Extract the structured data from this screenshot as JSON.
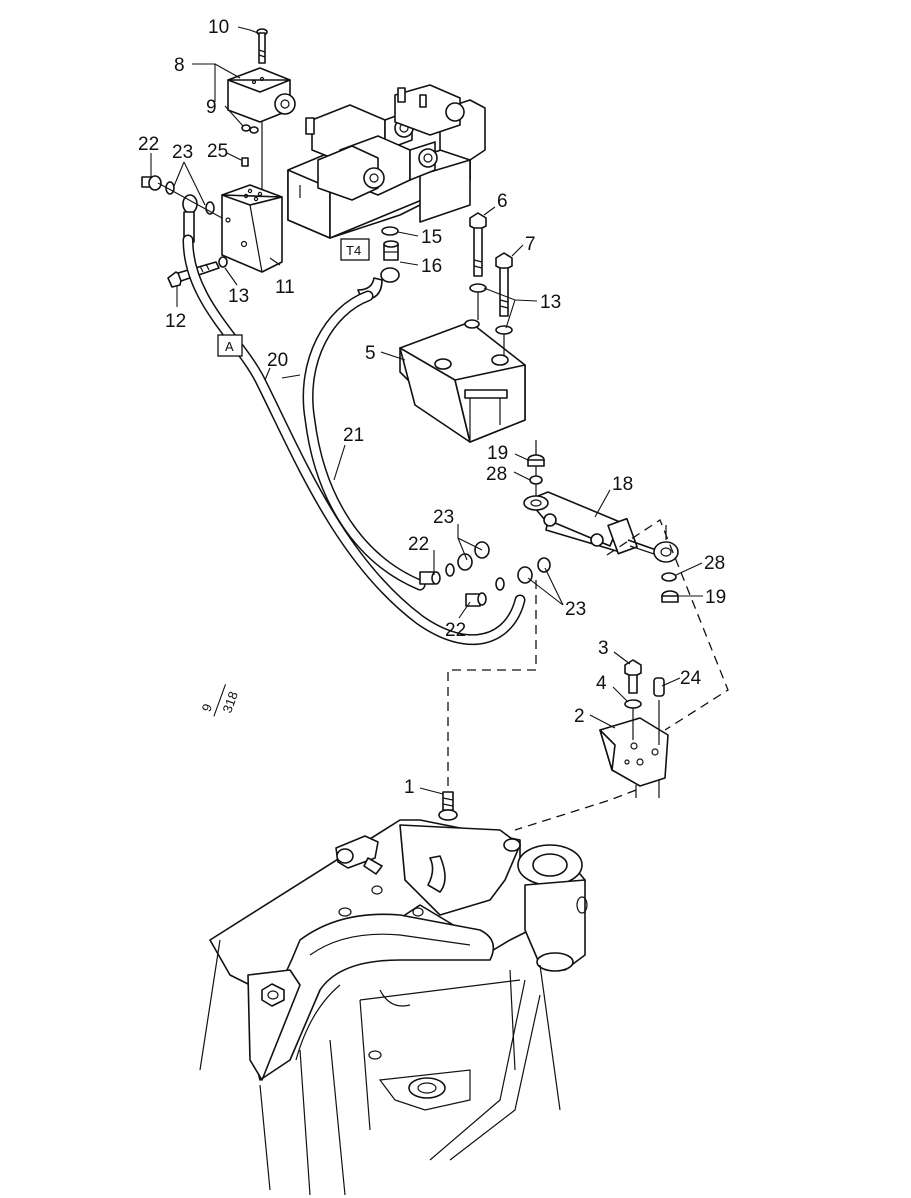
{
  "diagram": {
    "callouts": [
      {
        "id": "c10",
        "text": "10"
      },
      {
        "id": "c8",
        "text": "8"
      },
      {
        "id": "c9",
        "text": "9"
      },
      {
        "id": "c22a",
        "text": "22"
      },
      {
        "id": "c23a",
        "text": "23"
      },
      {
        "id": "c25",
        "text": "25"
      },
      {
        "id": "c6",
        "text": "6"
      },
      {
        "id": "c7",
        "text": "7"
      },
      {
        "id": "c15",
        "text": "15"
      },
      {
        "id": "c16",
        "text": "16"
      },
      {
        "id": "c13a",
        "text": "13"
      },
      {
        "id": "c11",
        "text": "11"
      },
      {
        "id": "c12",
        "text": "12"
      },
      {
        "id": "c13b",
        "text": "13"
      },
      {
        "id": "c5",
        "text": "5"
      },
      {
        "id": "c20",
        "text": "20"
      },
      {
        "id": "c21",
        "text": "21"
      },
      {
        "id": "c19a",
        "text": "19"
      },
      {
        "id": "c28a",
        "text": "28"
      },
      {
        "id": "c18",
        "text": "18"
      },
      {
        "id": "c23b",
        "text": "23"
      },
      {
        "id": "c22b",
        "text": "22"
      },
      {
        "id": "c28b",
        "text": "28"
      },
      {
        "id": "c19b",
        "text": "19"
      },
      {
        "id": "c23c",
        "text": "23"
      },
      {
        "id": "c22c",
        "text": "22"
      },
      {
        "id": "c3",
        "text": "3"
      },
      {
        "id": "c4",
        "text": "4"
      },
      {
        "id": "c24",
        "text": "24"
      },
      {
        "id": "c2",
        "text": "2"
      },
      {
        "id": "c1",
        "text": "1"
      }
    ],
    "boxed_labels": {
      "t4": "T4",
      "a": "A"
    },
    "reference": {
      "top": "9",
      "bottom": "318"
    }
  }
}
